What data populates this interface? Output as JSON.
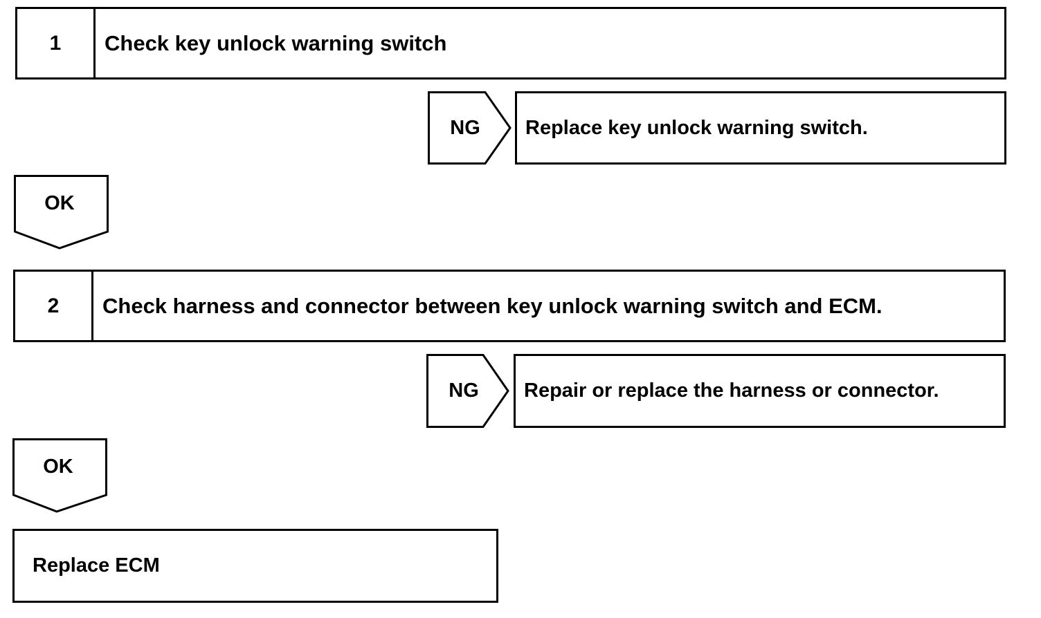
{
  "steps": [
    {
      "number": "1",
      "title": "Check key unlock warning switch",
      "ng_label": "NG",
      "ng_action": "Replace key unlock warning switch.",
      "ok_label": "OK"
    },
    {
      "number": "2",
      "title": "Check harness and connector between key unlock warning switch and ECM.",
      "ng_label": "NG",
      "ng_action": "Repair or replace the harness or connector.",
      "ok_label": "OK"
    }
  ],
  "final_action": "Replace ECM",
  "colors": {
    "line": "#000000",
    "background": "#ffffff"
  }
}
